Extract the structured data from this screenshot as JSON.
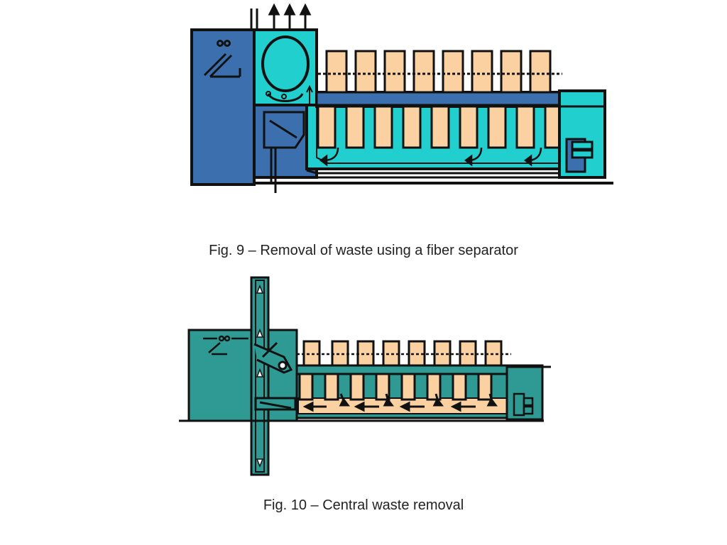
{
  "colors": {
    "unit_blue": "#3c6fae",
    "cyan": "#21cfcf",
    "teal": "#2f9a94",
    "peach": "#fbd1a2",
    "outline": "#111111"
  },
  "figures": [
    {
      "id": "fig9",
      "caption": "Fig. 9 – Removal of waste using a fiber separator"
    },
    {
      "id": "fig10",
      "caption": "Fig. 10 – Central waste removal"
    }
  ]
}
